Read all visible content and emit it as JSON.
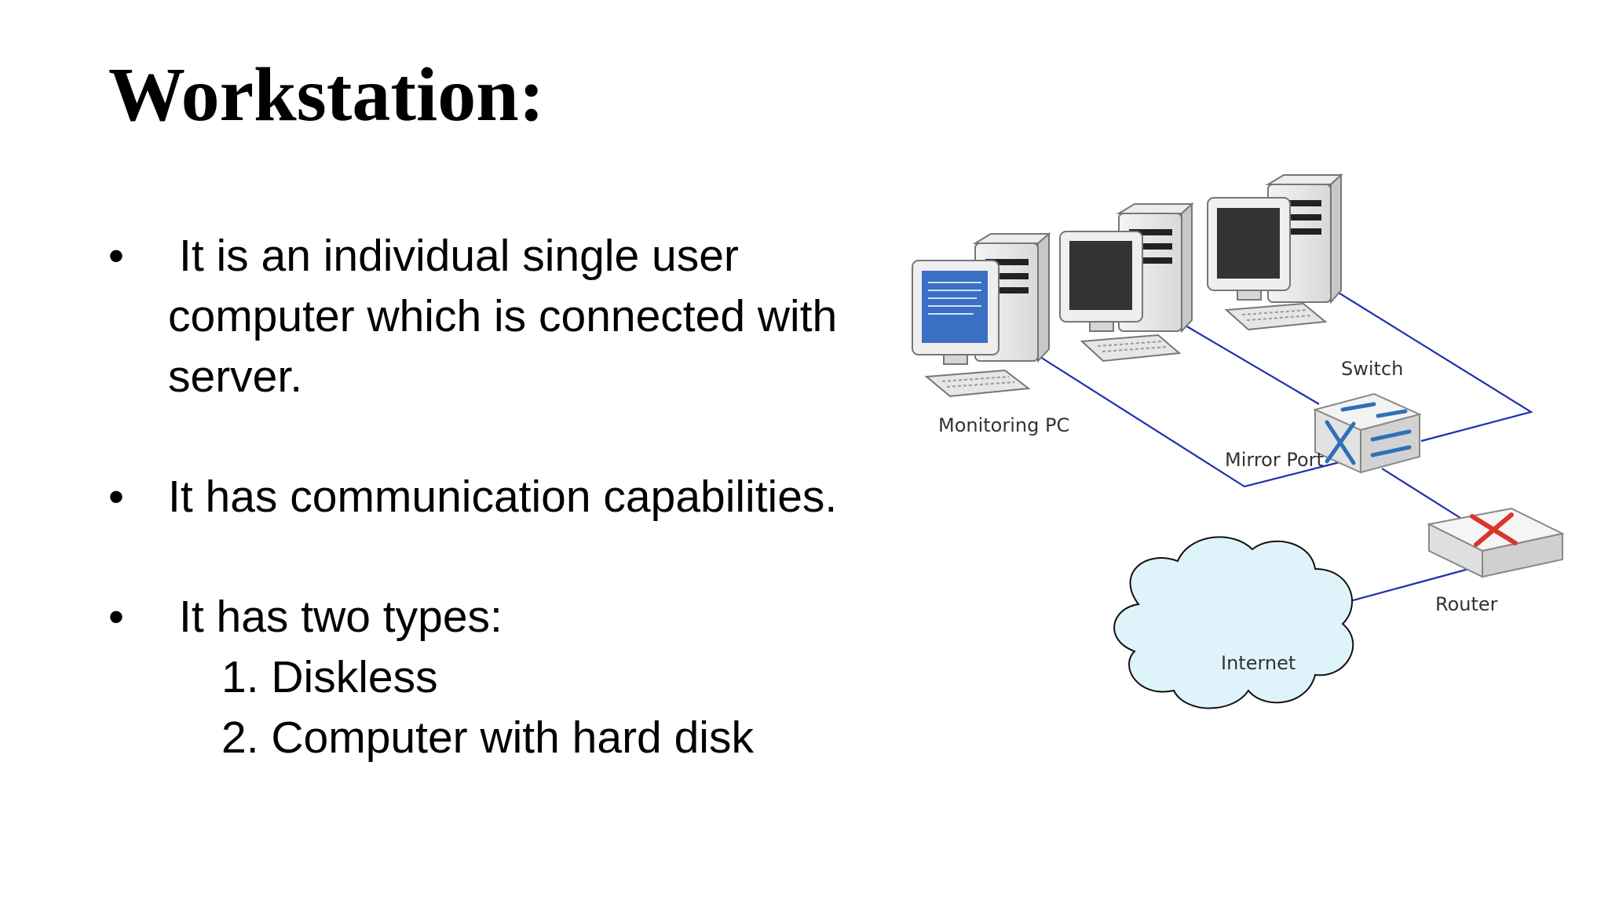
{
  "slide": {
    "title": "Workstation:",
    "bullets": [
      {
        "symbol": "•",
        "lines": [
          "It is an individual single user",
          "computer which is connected with",
          "server."
        ]
      },
      {
        "symbol": "•",
        "lines": [
          "It has communication capabilities."
        ]
      },
      {
        "symbol": "•",
        "lines": [
          "It has two types:"
        ],
        "sub_items": [
          "1. Diskless",
          "2. Computer with hard disk"
        ]
      }
    ]
  },
  "diagram": {
    "labels": {
      "monitoring_pc": "Monitoring PC",
      "switch": "Switch",
      "mirror_port": "Mirror Port",
      "router": "Router",
      "internet": "Internet"
    },
    "colors": {
      "link": "#1f2fb0",
      "monitoring_screen": "#3a6fc4",
      "dark_screen": "#333333",
      "cloud": "#dff4fa",
      "router_x": "#d9362b",
      "switch_arrows": "#2f6fb8"
    },
    "icons": [
      "desktop-computer-icon",
      "switch-icon",
      "router-icon",
      "cloud-icon"
    ]
  }
}
